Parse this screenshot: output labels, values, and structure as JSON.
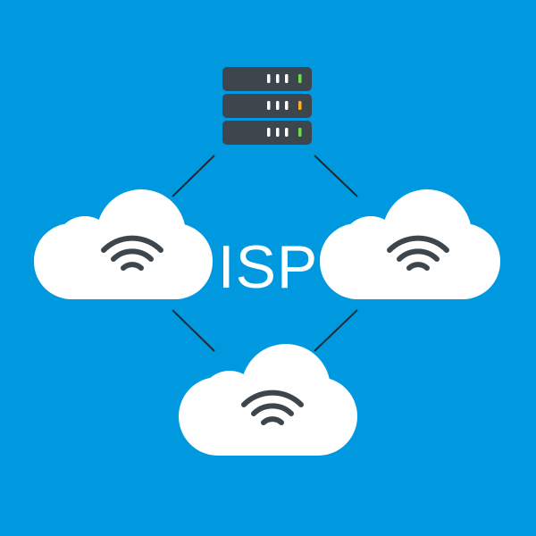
{
  "diagram": {
    "center_label": "ISP",
    "colors": {
      "background": "#0099e0",
      "cloud": "#ffffff",
      "wifi": "#3d454d",
      "server": "#3d454d",
      "connector": "#1e2a33",
      "led_dots": "#ffffff",
      "led_green": "#6ddc50",
      "led_orange": "#ffb020"
    },
    "icons": {
      "server": "server-rack-icon",
      "cloud": "cloud-icon",
      "wifi": "wifi-icon"
    },
    "nodes": [
      {
        "id": "server",
        "icon": "server-rack-icon"
      },
      {
        "id": "cloud-left",
        "icon": "cloud-icon",
        "badge": "wifi-icon"
      },
      {
        "id": "cloud-right",
        "icon": "cloud-icon",
        "badge": "wifi-icon"
      },
      {
        "id": "cloud-bottom",
        "icon": "cloud-icon",
        "badge": "wifi-icon"
      }
    ],
    "links": [
      {
        "from": "server",
        "to": "cloud-left"
      },
      {
        "from": "server",
        "to": "cloud-right"
      },
      {
        "from": "cloud-left",
        "to": "cloud-bottom"
      },
      {
        "from": "cloud-right",
        "to": "cloud-bottom"
      }
    ]
  }
}
